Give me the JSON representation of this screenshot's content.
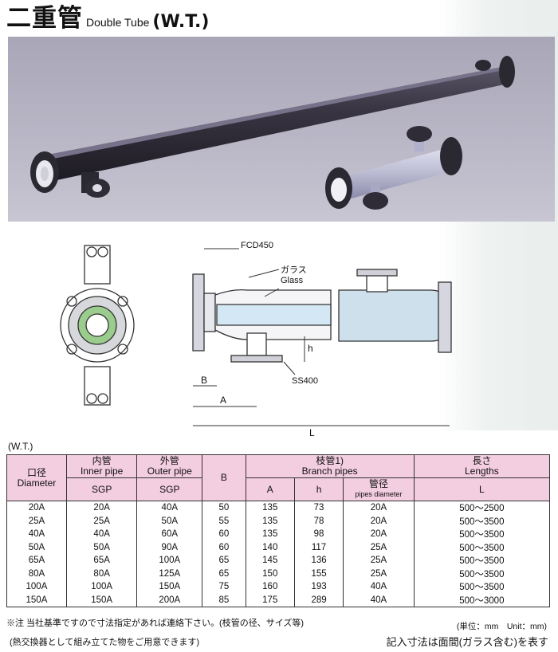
{
  "header": {
    "title_jp": "二重管",
    "title_en": "Double Tube",
    "title_code": "(W.T.)"
  },
  "drawing_labels": {
    "material1": "FCD450",
    "glass_jp": "ガラス",
    "glass_en": "Glass",
    "material2": "SS400",
    "dim_h": "h",
    "dim_b": "B",
    "dim_a": "A",
    "dim_l": "L"
  },
  "table_caption": "(W.T.)",
  "table": {
    "h_diameter_jp": "口径",
    "h_diameter_en": "Diameter",
    "h_inner_jp": "内管",
    "h_inner_en": "Inner pipe",
    "h_outer_jp": "外管",
    "h_outer_en": "Outer pipe",
    "h_b": "B",
    "h_branch_jp": "枝管1)",
    "h_branch_en": "Branch pipes",
    "h_length_jp": "長さ",
    "h_length_en": "Lengths",
    "h_inner_sub": "SGP",
    "h_outer_sub": "SGP",
    "h_a": "A",
    "h_h": "h",
    "h_pipediam_jp": "管径",
    "h_pipediam_en": "pipes diameter",
    "h_l": "L",
    "rows": [
      [
        "20A",
        "20A",
        "40A",
        "50",
        "135",
        "73",
        "20A",
        "500～2500"
      ],
      [
        "25A",
        "25A",
        "50A",
        "55",
        "135",
        "78",
        "20A",
        "500～3500"
      ],
      [
        "40A",
        "40A",
        "60A",
        "60",
        "135",
        "98",
        "20A",
        "500～3500"
      ],
      [
        "50A",
        "50A",
        "90A",
        "60",
        "140",
        "117",
        "25A",
        "500～3500"
      ],
      [
        "65A",
        "65A",
        "100A",
        "65",
        "145",
        "136",
        "25A",
        "500～3500"
      ],
      [
        "80A",
        "80A",
        "125A",
        "65",
        "150",
        "155",
        "25A",
        "500～3500"
      ],
      [
        "100A",
        "100A",
        "150A",
        "75",
        "160",
        "193",
        "40A",
        "500～3500"
      ],
      [
        "150A",
        "150A",
        "200A",
        "85",
        "175",
        "289",
        "40A",
        "500～3000"
      ]
    ]
  },
  "notes": {
    "note1": "※注 当社基準ですので寸法指定があれば連絡下さい。(枝管の径、サイズ等)",
    "unit": "(単位：mm　Unit：mm)",
    "note2": "(熱交換器として組み立てた物をご用意できます)",
    "note3": "記入寸法は面間(ガラス含む)を表す"
  }
}
